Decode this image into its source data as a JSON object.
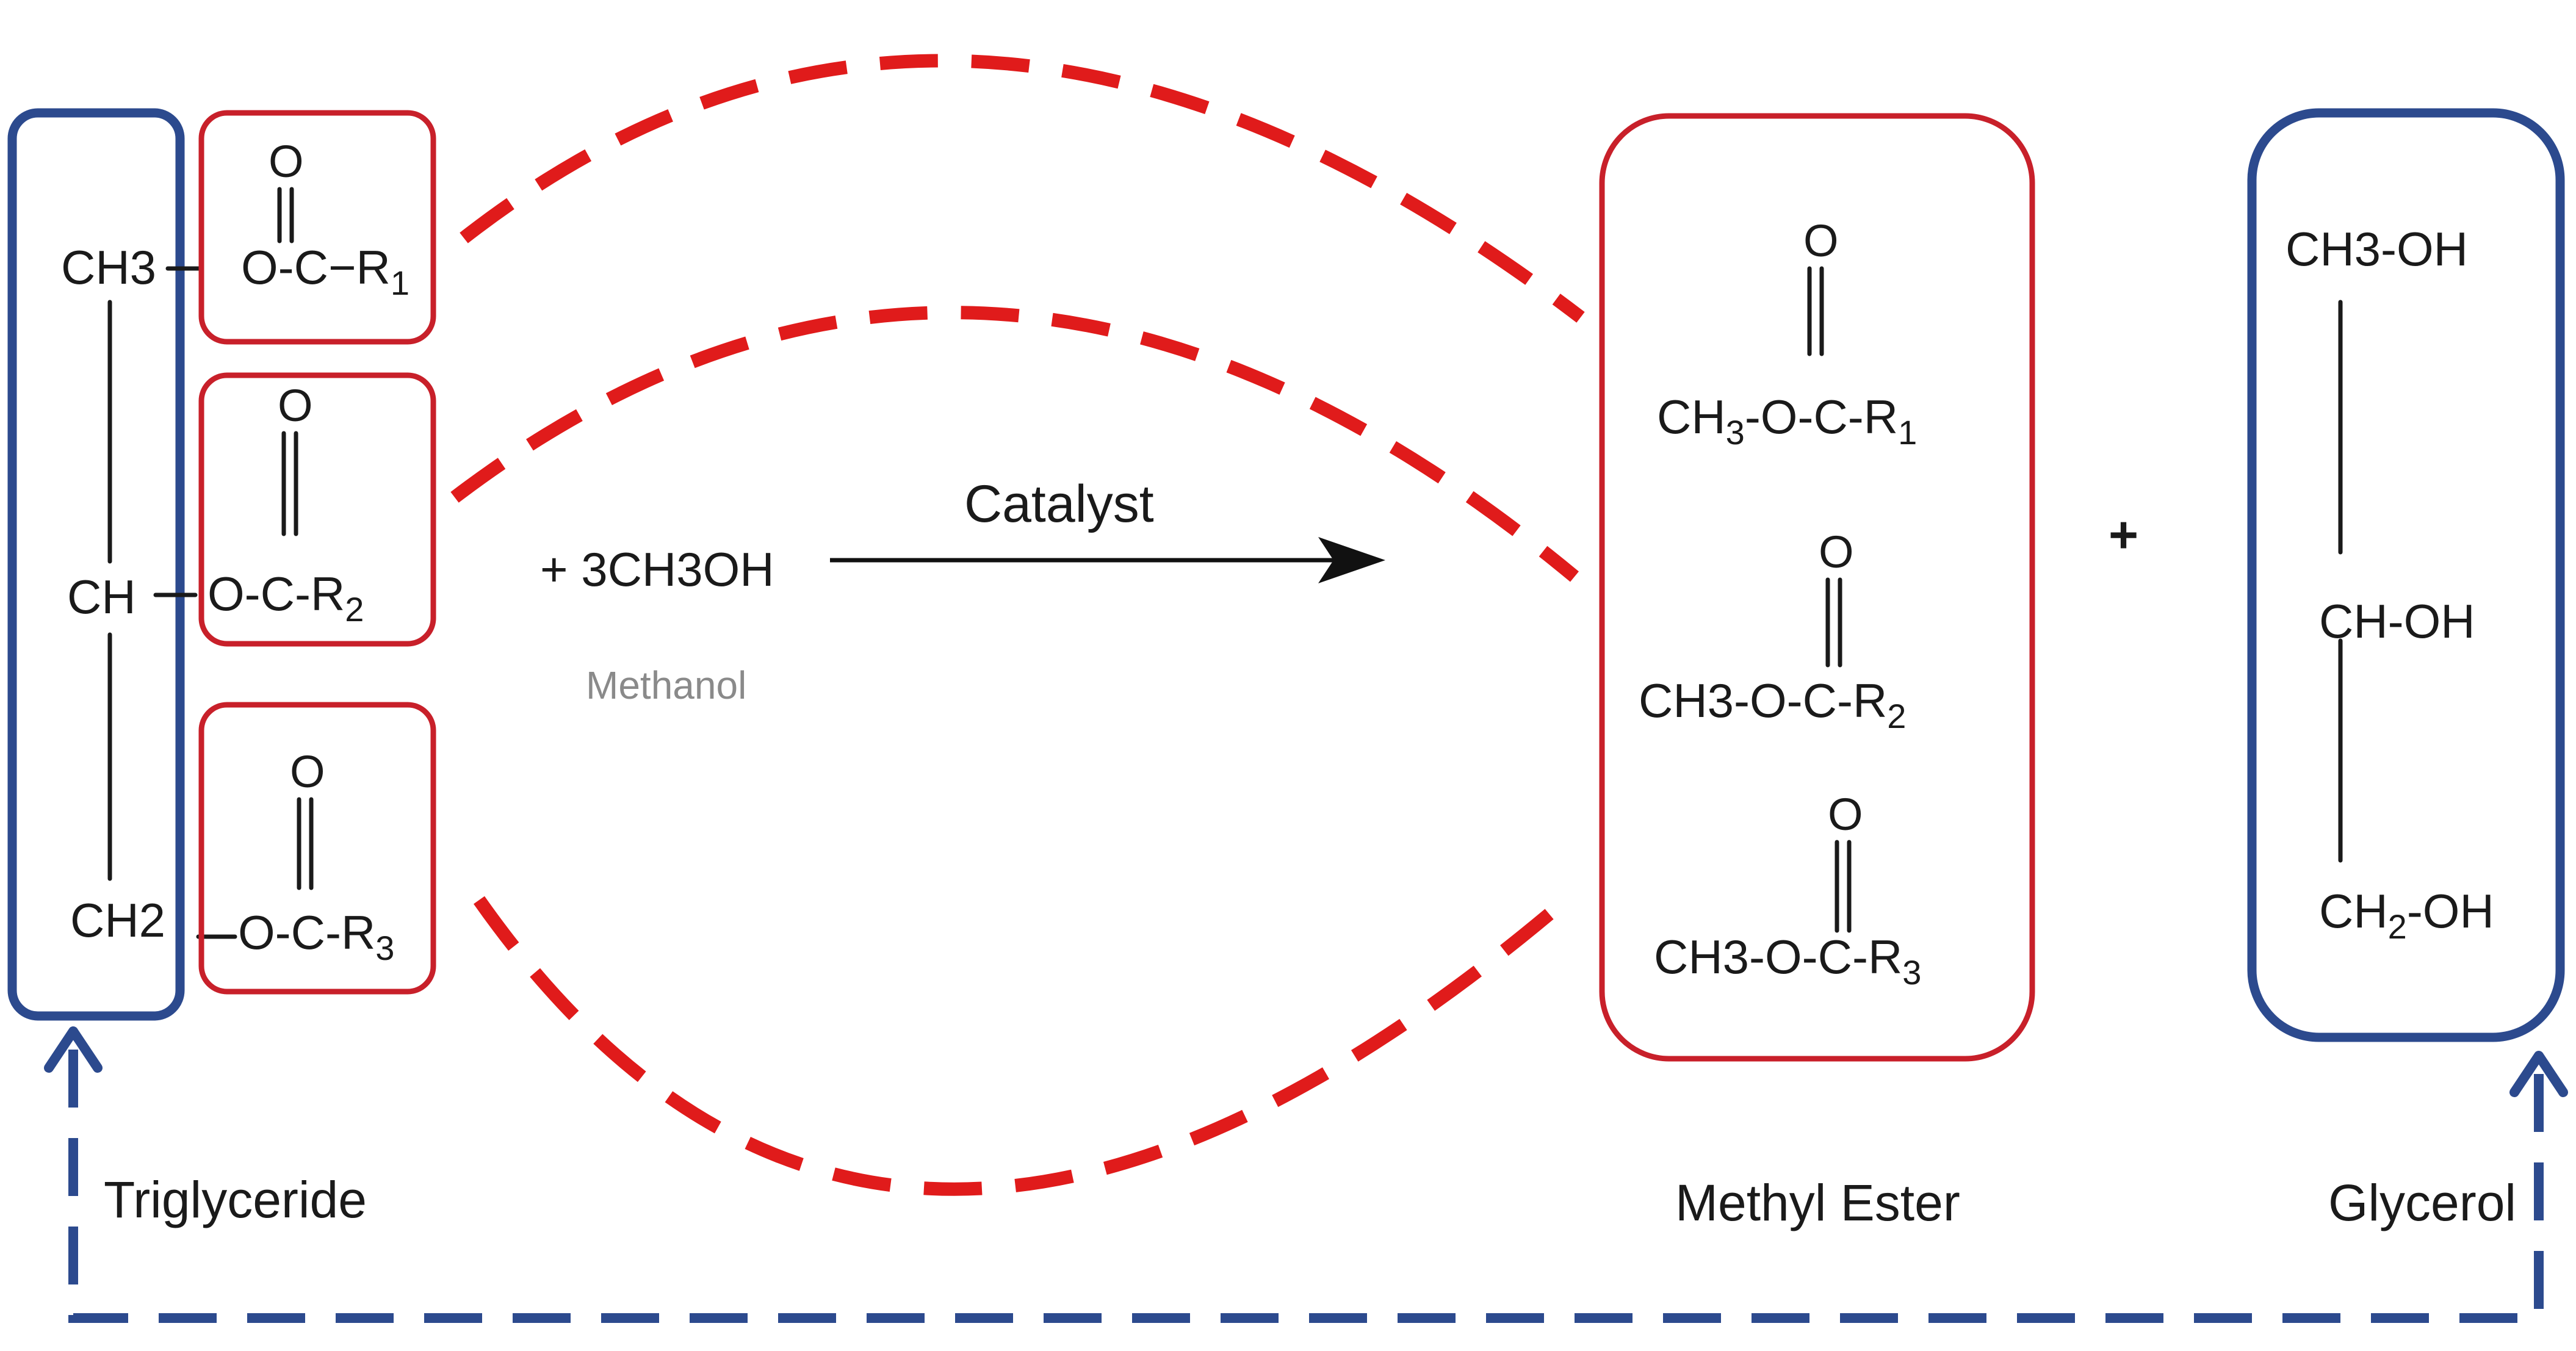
{
  "reactants": {
    "triglyceride": {
      "label": "Triglyceride",
      "backbone": [
        "CH3",
        "CH",
        "CH2"
      ],
      "backbone_subscript": "2",
      "esters": [
        {
          "oxygen": "O",
          "prefix": "O-C−R",
          "index": "1"
        },
        {
          "oxygen": "O",
          "prefix": "O-C-R",
          "index": "2"
        },
        {
          "oxygen": "O",
          "prefix": "O-C-R",
          "index": "3"
        }
      ]
    },
    "methanol": {
      "formula": "+ 3CH3OH",
      "label": "Methanol"
    }
  },
  "arrow": {
    "label": "Catalyst"
  },
  "products": {
    "methyl_ester": {
      "label": "Methyl Ester",
      "rows": [
        {
          "oxygen": "O",
          "prefix": "CH",
          "sub": "3",
          "middle": "-O-C-R",
          "index": "1"
        },
        {
          "oxygen": "O",
          "prefix": "CH3-O-C-R",
          "index": "2"
        },
        {
          "oxygen": "O",
          "prefix": "CH3-O-C-R",
          "index": "3"
        }
      ]
    },
    "plus": "+",
    "glycerol": {
      "label": "Glycerol",
      "rows": [
        "CH3-OH",
        "CH-OH",
        "CH"
      ],
      "last_sub": "2",
      "last_suffix": "-OH"
    }
  },
  "colors": {
    "red": "#c8202a",
    "red_dash": "#e01b1b",
    "blue": "#2c4a8e",
    "text": "#1a1a1a"
  }
}
